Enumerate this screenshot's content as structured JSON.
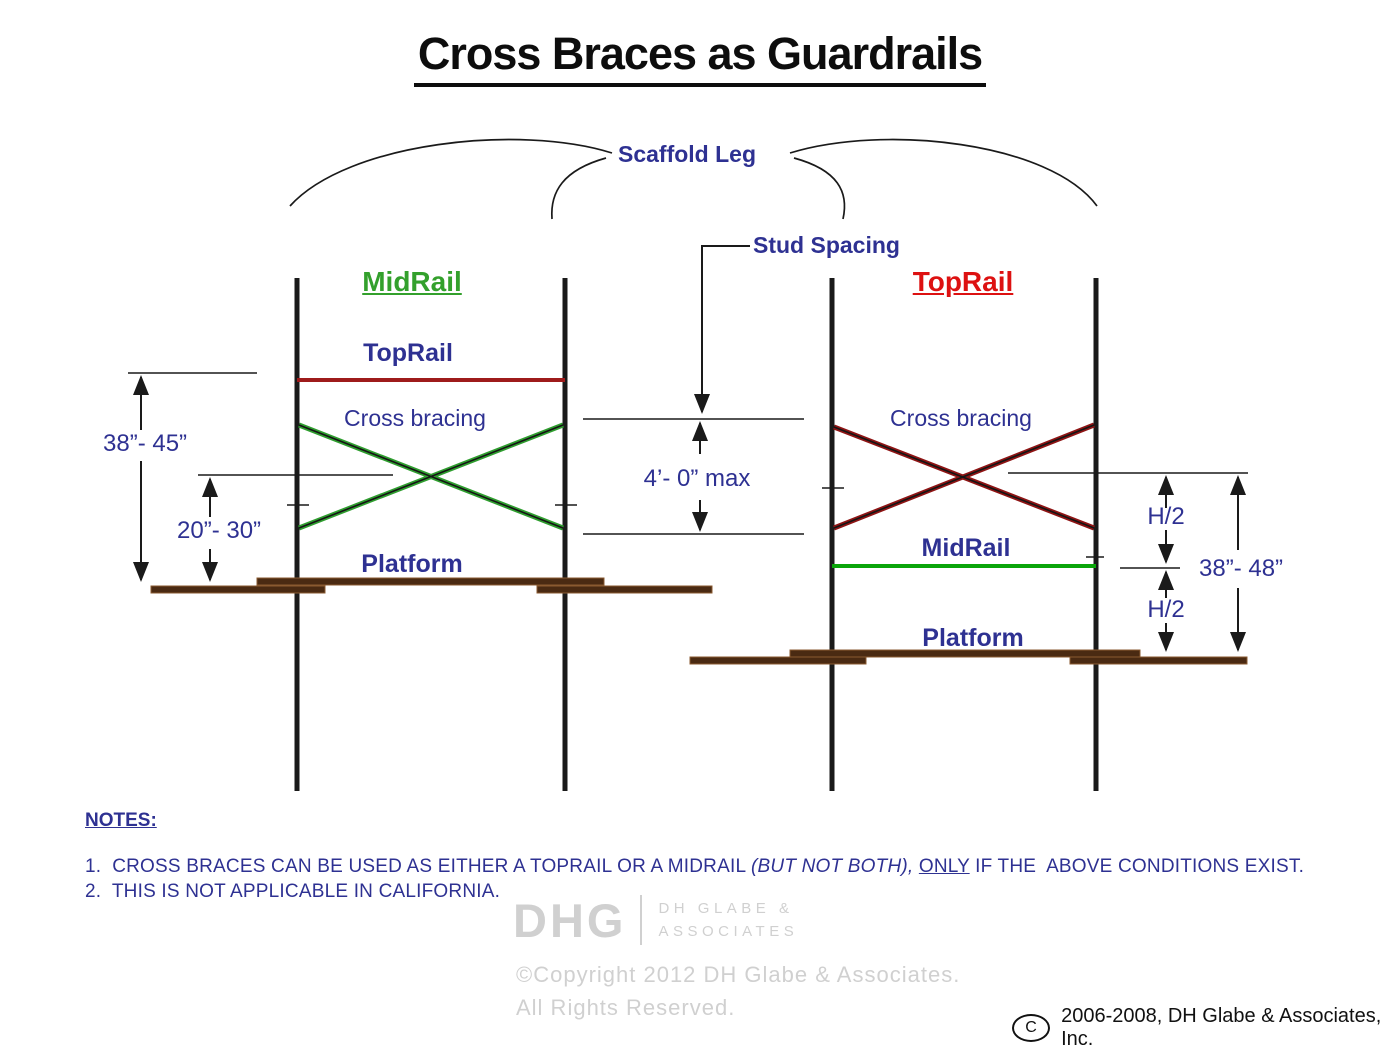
{
  "title": "Cross Braces as Guardrails",
  "colors": {
    "navy": "#2e3192",
    "green_text": "#33a02c",
    "red_text": "#dd1111",
    "rail_red": "#9e1b1b",
    "brace_green": "#2f9e2f",
    "brace_maroon": "#8e1414",
    "midrail_green": "#0aa50a",
    "platform_brown": "#4a2a12",
    "platform_edge": "#8a5a30",
    "line_black": "#1a1a1a",
    "watermark_gray": "#d0d0d0"
  },
  "callouts": {
    "scaffold_leg": "Scaffold Leg",
    "stud_spacing": "Stud Spacing",
    "stud_spacing_max": "4’- 0” max"
  },
  "left_scaffold": {
    "heading": "MidRail",
    "toprail_label": "TopRail",
    "cross_bracing_label": "Cross bracing",
    "platform_label": "Platform",
    "dim_toprail_height": "38”- 45”",
    "dim_crossing_height": "20”- 30”"
  },
  "right_scaffold": {
    "heading": "TopRail",
    "cross_bracing_label": "Cross bracing",
    "midrail_label": "MidRail",
    "platform_label": "Platform",
    "dim_upper_half": "H/2",
    "dim_lower_half": "H/2",
    "dim_total_height": "38”- 48”"
  },
  "notes": {
    "heading": "NOTES:",
    "item1": {
      "prefix": "1.  CROSS BRACES CAN BE USED AS EITHER A TOPRAIL OR A MIDRAIL ",
      "emphasis": "(BUT NOT BOTH), ",
      "underlined": "ONLY",
      "suffix": " IF THE  ABOVE CONDITIONS EXIST."
    },
    "item2": "2.  THIS IS NOT APPLICABLE IN CALIFORNIA."
  },
  "watermark": {
    "logo": "DHG",
    "firm_line1": "DH GLABE &",
    "firm_line2": "ASSOCIATES",
    "copyright_line1": "©Copyright 2012 DH Glabe & Associates.",
    "copyright_line2": "All Rights Reserved."
  },
  "footer": {
    "copyright_symbol": "C",
    "text": "2006-2008, DH Glabe & Associates, Inc."
  }
}
